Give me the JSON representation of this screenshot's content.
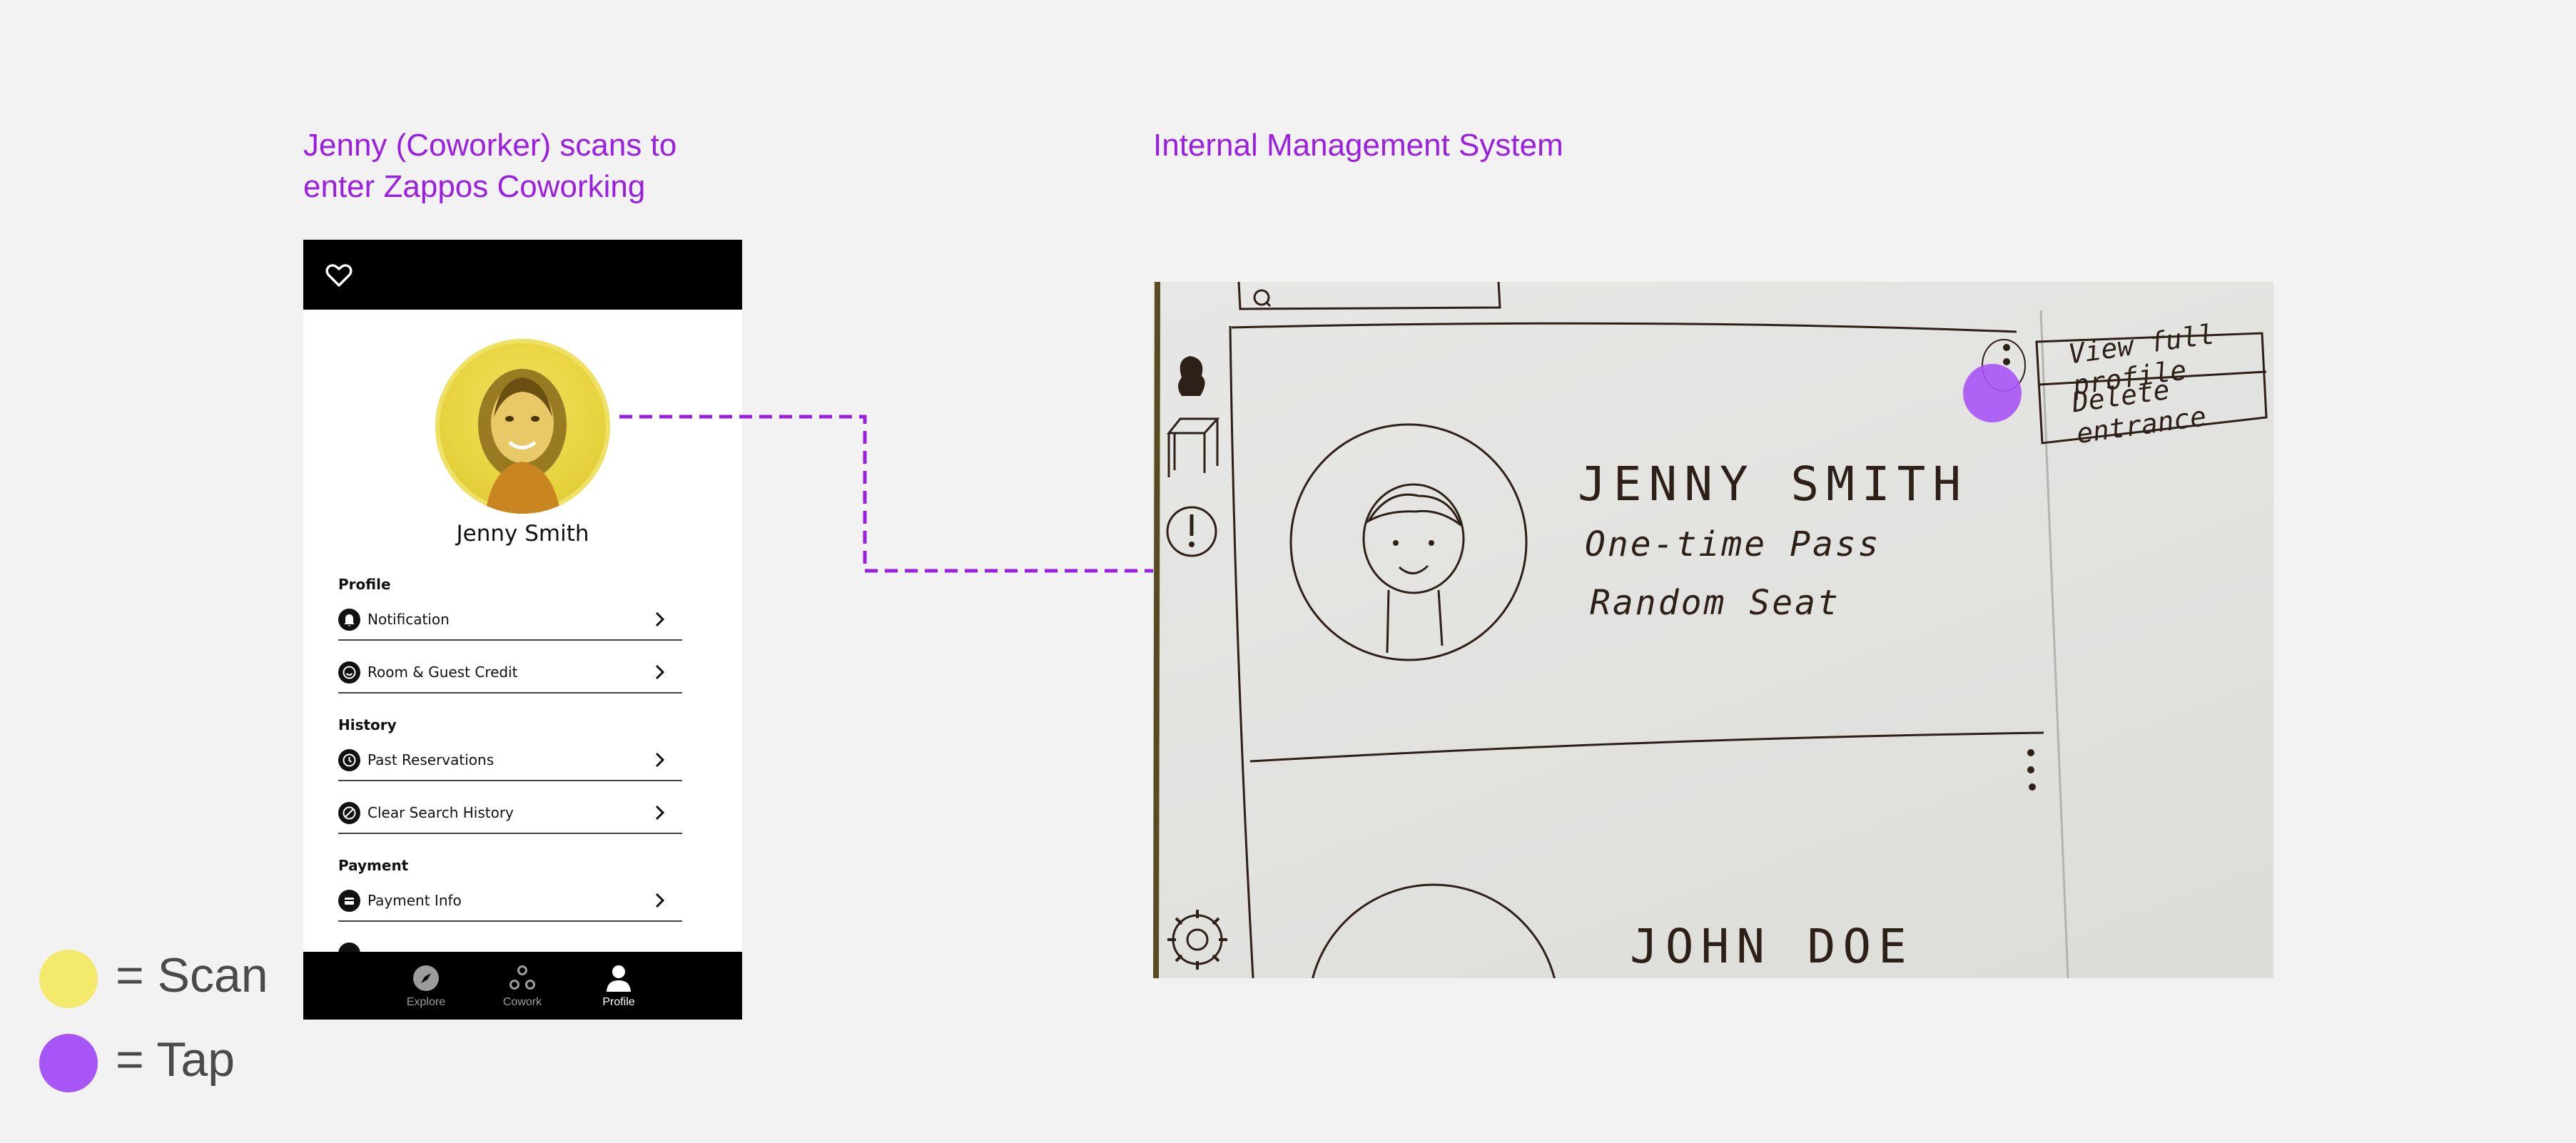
{
  "headings": {
    "left": "Jenny (Coworker) scans to enter Zappos Coworking",
    "right": "Internal Management System"
  },
  "phone": {
    "user_name": "Jenny Smith",
    "sections": {
      "profile": "Profile",
      "history": "History",
      "payment": "Payment"
    },
    "menu": {
      "notification": "Notification",
      "room_credit": "Room & Guest Credit",
      "past_reservations": "Past Reservations",
      "clear_history": "Clear Search History",
      "payment_info": "Payment Info"
    },
    "nav": {
      "explore": "Explore",
      "cowork": "Cowork",
      "profile": "Profile",
      "active": "Profile"
    }
  },
  "sketch": {
    "name": "JENNY SMITH",
    "pass_type": "One-time Pass",
    "seat": "Random Seat",
    "second_name": "JOHN DOE",
    "context_menu": [
      "View full profile",
      "Delete entrance"
    ]
  },
  "legend": {
    "scan": "= Scan",
    "tap": "= Tap",
    "scan_color": "#f3e96a",
    "tap_color": "#a855f7"
  },
  "colors": {
    "heading": "#9a1fe0",
    "connector": "#9a1fe0",
    "background": "#f2f2f2"
  }
}
